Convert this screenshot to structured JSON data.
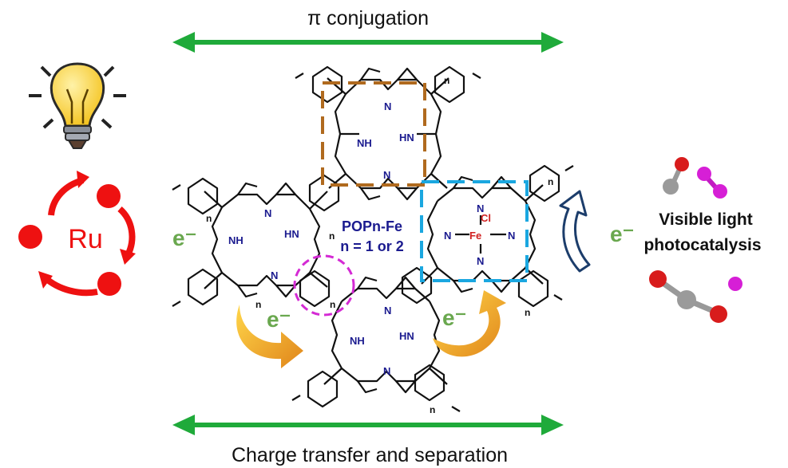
{
  "top_label": "π conjugation",
  "bottom_label": "Charge transfer and separation",
  "catalyst": {
    "name": "POPn-Fe",
    "n_note": "n = 1 or 2"
  },
  "sensitizer": "Ru",
  "electron_label": "e⁻",
  "right_label": {
    "line1": "Visible light",
    "line2": "photocatalysis"
  },
  "atoms": {
    "n": "N",
    "nh": "NH",
    "hn": "HN",
    "fe": "Fe",
    "cl": "Cl",
    "repeat": "n"
  },
  "colors": {
    "arrow_green": "#1faa3a",
    "ru_red": "#ee1111",
    "electron_green": "#6aa84f",
    "box_brown": "#b06a1e",
    "box_blue": "#1aa7e0",
    "circle_magenta": "#d42ad4",
    "curl_orange": "#f0a020",
    "curl_navy": "#1c3d6b",
    "label_navy": "#1b1b8f",
    "fe_red": "#d02020"
  },
  "icons": [
    "light-bulb-icon",
    "recycle-arrows-icon",
    "molecule-icon"
  ]
}
